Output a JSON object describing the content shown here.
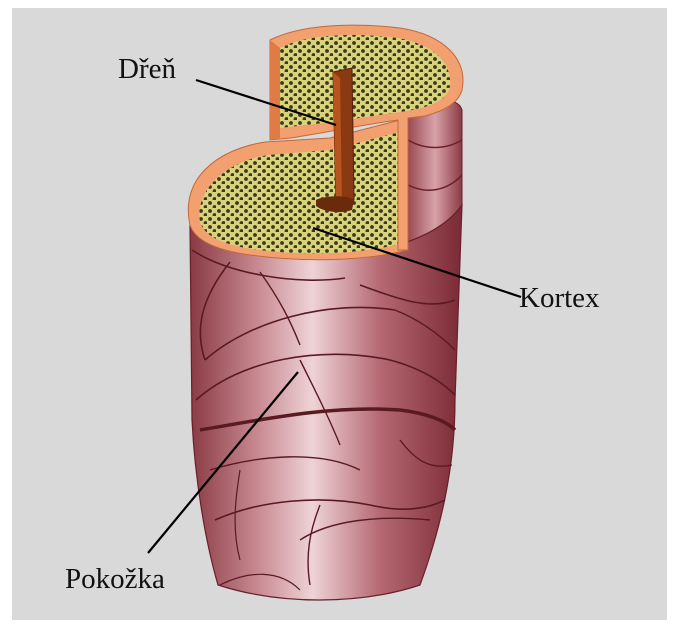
{
  "labels": {
    "medulla": "Dřeň",
    "cortex": "Kortex",
    "cuticle": "Pokožka"
  },
  "colors": {
    "background": "#d9d9d9",
    "cuticle": "#b46a72",
    "cuticle_dark": "#7a2a32",
    "cortex": "#d9d27a",
    "rim": "#f0a074",
    "medulla": "#8a3a12"
  }
}
